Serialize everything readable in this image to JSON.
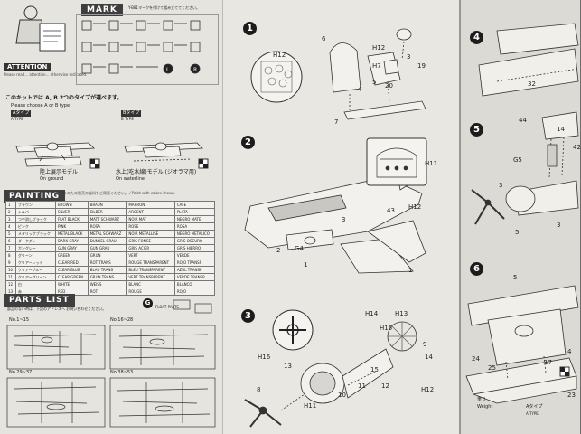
{
  "left_panel": {
    "attention_label": "ATTENTION",
    "mark_header": "MARK",
    "mark_note": "Y-B81マークを付けて組み立ててください。",
    "warning_text": "Please read... attention... otherwise indicated.",
    "option_header": "このキットでは A, B 2つのタイプが選べます。",
    "option_sub": "Please choose A or B type.",
    "type_a_label": "Aタイプ",
    "type_a_en": "A TYPE",
    "type_b_label": "Bタイプ",
    "type_b_en": "B TYPE",
    "type_a_caption": "陸上展示モデル",
    "type_a_caption_en": "On ground",
    "type_b_caption": "水上(吃水線)モデル (ジオラマ用)",
    "type_b_caption_en": "On waterline",
    "painting_header": "PAINTING",
    "painting_note": "色塗りのため別売の塗料をご用意ください。 / Paint with colors shown.",
    "paint_rows": [
      [
        "1",
        "ブラウン",
        "BROWN",
        "BRAUN",
        "MARRON",
        "CAFE"
      ],
      [
        "2",
        "シルバー",
        "SILVER",
        "SILBER",
        "ARGENT",
        "PLATA"
      ],
      [
        "3",
        "つや消しブラック",
        "FLAT BLACK",
        "MATT SCHWARZ",
        "NOIR MAT",
        "NEGRO MATE"
      ],
      [
        "4",
        "ピンク",
        "PINK",
        "ROSA",
        "ROSE",
        "ROSA"
      ],
      [
        "5",
        "メタリックブラック",
        "METAL BLACK",
        "METAL SCHWARZ",
        "NOIR METALLISE",
        "NEGRO METALICO"
      ],
      [
        "6",
        "ダークグレー",
        "DARK GRAY",
        "DUNKEL GRAU",
        "GRIS FONCE",
        "GRIS OSCURO"
      ],
      [
        "7",
        "ガングレー",
        "GUN GRAY",
        "GUN GRAU",
        "GRIS ACIER",
        "GRIS HIERRO"
      ],
      [
        "8",
        "グリーン",
        "GREEN",
        "GRUN",
        "VERT",
        "VERDE"
      ],
      [
        "9",
        "クリアーレッド",
        "CLEAR RED",
        "ROT TRANS",
        "ROUGE TRANSPARENT",
        "ROJO TRANSP"
      ],
      [
        "10",
        "クリアーブルー",
        "CLEAR BLUE",
        "BLAU TRANS",
        "BLEU TRANSPARENT",
        "AZUL TRANSP"
      ],
      [
        "11",
        "クリアーグリーン",
        "CLEAR GREEN",
        "GRUN TRANS",
        "VERT TRANSPARENT",
        "VERDE TRANSP"
      ],
      [
        "12",
        "白",
        "WHITE",
        "WEISS",
        "BLANC",
        "BLANCO"
      ],
      [
        "13",
        "赤",
        "RED",
        "ROT",
        "ROUGE",
        "ROJO"
      ]
    ],
    "parts_header": "PARTS LIST",
    "parts_note": "部品のない時は、下記のアドレスへ お問い合わせください。",
    "parts_group_1": "No.1~15",
    "parts_group_2": "No.16~28",
    "parts_group_3": "No.29~37",
    "parts_group_4": "No.38~53",
    "parts_circle": "G",
    "parts_circle_label": "FLOAT PARTS"
  },
  "middle_panel": {
    "step1": "1",
    "step2": "2",
    "step3": "3",
    "h_labels": [
      "H12",
      "H12",
      "H7",
      "H11",
      "H12",
      "H14",
      "H13",
      "H15",
      "H16",
      "H11",
      "H12"
    ],
    "labels_step1": [
      "6",
      "5",
      "3",
      "19",
      "20",
      "4",
      "7"
    ],
    "labels_step2": [
      "43",
      "3",
      "2",
      "G4",
      "1",
      "1"
    ],
    "labels_step3": [
      "8",
      "13",
      "12",
      "11",
      "15",
      "9",
      "14",
      "10"
    ]
  },
  "right_panel": {
    "step4": "4",
    "step5": "5",
    "step6": "6",
    "labels_step4": [
      "32",
      "14",
      "44",
      "42",
      "G5"
    ],
    "labels_step5": [
      "3",
      "5",
      "3"
    ],
    "labels_step6": [
      "5",
      "24",
      "25",
      "17",
      "23",
      "4"
    ],
    "weight_label": "重り",
    "weight_en": "Weight",
    "type_a_label": "Aタイプ",
    "type_a_en": "A TYPE"
  }
}
